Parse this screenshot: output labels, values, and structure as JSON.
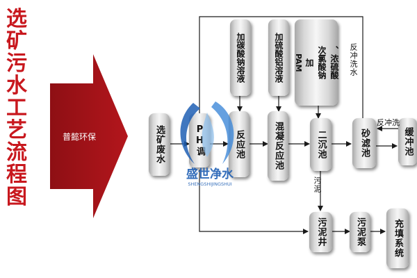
{
  "side_title": [
    "选",
    "矿",
    "污",
    "水",
    "工",
    "艺",
    "流",
    "程",
    "图"
  ],
  "arrow_label": "普懿环保",
  "colors": {
    "title": "#c8181e",
    "arrow": "#a9141a",
    "line": "#1a1a1a",
    "logo_blue": "#1f5fb4"
  },
  "boxes": {
    "wastewater": "选矿废水",
    "ph": "PH调",
    "reaction": "反应池",
    "carbonate": "加碳酸钠溶液",
    "aluminum": "加硫酸铝溶液",
    "pam_add": "加",
    "pam_name": "PAM",
    "hypo": "次氯酸钠",
    "acid": "、浓硫酸",
    "coag": "混凝反应池",
    "sed": "二沉池",
    "sand": "砂滤池",
    "buffer": "缓冲池",
    "sludge_well": "污泥井",
    "sludge_pump": "污泥泵",
    "backfill": "充填系统"
  },
  "labels": {
    "backwash_top": "反冲洗水",
    "backwash_side": "反冲洗",
    "sludge": "污泥"
  },
  "logo": {
    "cn": "盛世净水",
    "en": "SHENGSHIJINGSHUI"
  }
}
